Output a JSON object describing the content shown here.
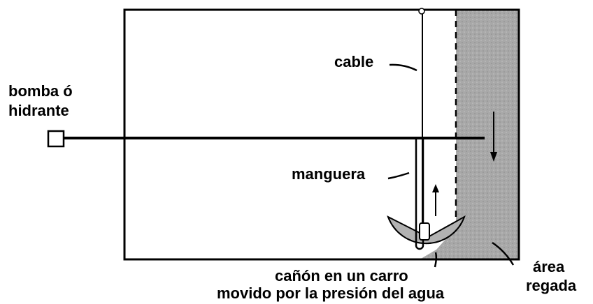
{
  "labels": {
    "pump_line1": "bomba ó",
    "pump_line2": "hidrante",
    "cable": "cable",
    "hose": "manguera",
    "cannon_line1": "cañón en un carro",
    "cannon_line2": "movido por la presión del agua",
    "area_line1": "área",
    "area_line2": "regada"
  },
  "colors": {
    "ink": "#000000",
    "irrigated_area": "#a9a9a9",
    "background": "#ffffff"
  }
}
